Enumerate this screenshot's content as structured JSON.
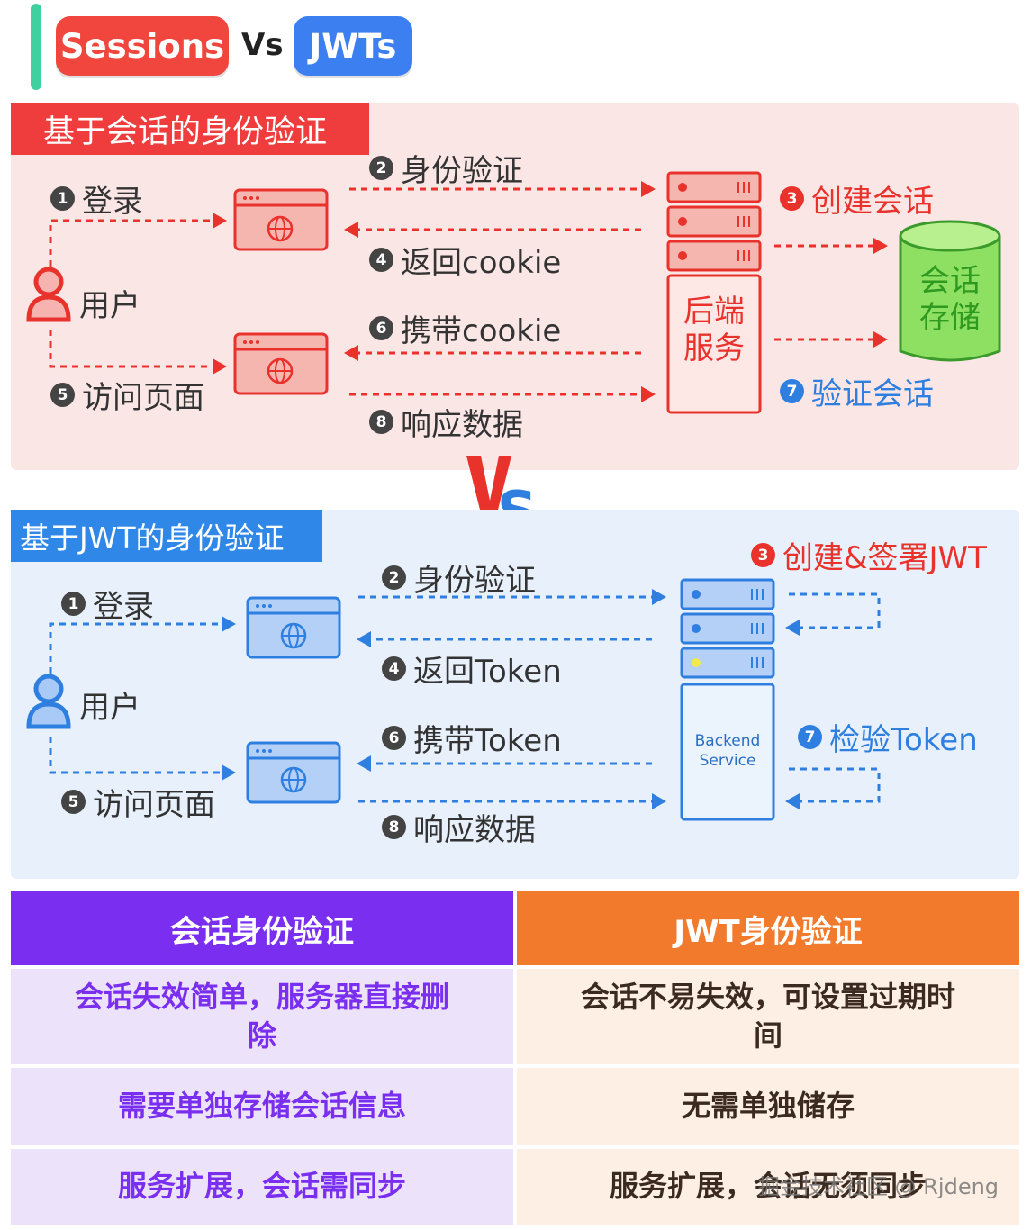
{
  "header": {
    "left_pill": "Sessions",
    "vs": "Vs",
    "right_pill": "JWTs"
  },
  "session": {
    "title": "基于会话的身份验证",
    "user": "用户",
    "step1": "登录",
    "step2": "身份验证",
    "step3": "创建会话",
    "step4": "返回cookie",
    "step5": "访问页面",
    "step6": "携带cookie",
    "step7": "验证会话",
    "step8": "响应数据",
    "backend_line1": "后端",
    "backend_line2": "服务",
    "store_line1": "会话",
    "store_line2": "存储"
  },
  "jwt": {
    "title": "基于JWT的身份验证",
    "user": "用户",
    "step1": "登录",
    "step2": "身份验证",
    "step3": "创建&签署JWT",
    "step4": "返回Token",
    "step5": "访问页面",
    "step6": "携带Token",
    "step7": "检验Token",
    "step8": "响应数据",
    "backend_line1": "Backend",
    "backend_line2": "Service"
  },
  "numbers": [
    "1",
    "2",
    "3",
    "4",
    "5",
    "6",
    "7",
    "8"
  ],
  "table": {
    "left_header": "会话身份验证",
    "right_header": "JWT身份验证",
    "rows": [
      {
        "left": "会话失效简单，服务器直接删除",
        "right": "会话不易失效，可设置过期时间"
      },
      {
        "left": "需要单独存储会话信息",
        "right": "无需单独储存"
      },
      {
        "left": "服务扩展，会话需同步",
        "right": "服务扩展，会话无须同步"
      }
    ]
  },
  "watermark": "掘金技术社区 @ Rjdeng",
  "colors": {
    "red": "#e8322b",
    "blue": "#2f7fe0",
    "green": "#7ed65a",
    "purple": "#7a2ff0",
    "orange": "#f27a2c"
  }
}
